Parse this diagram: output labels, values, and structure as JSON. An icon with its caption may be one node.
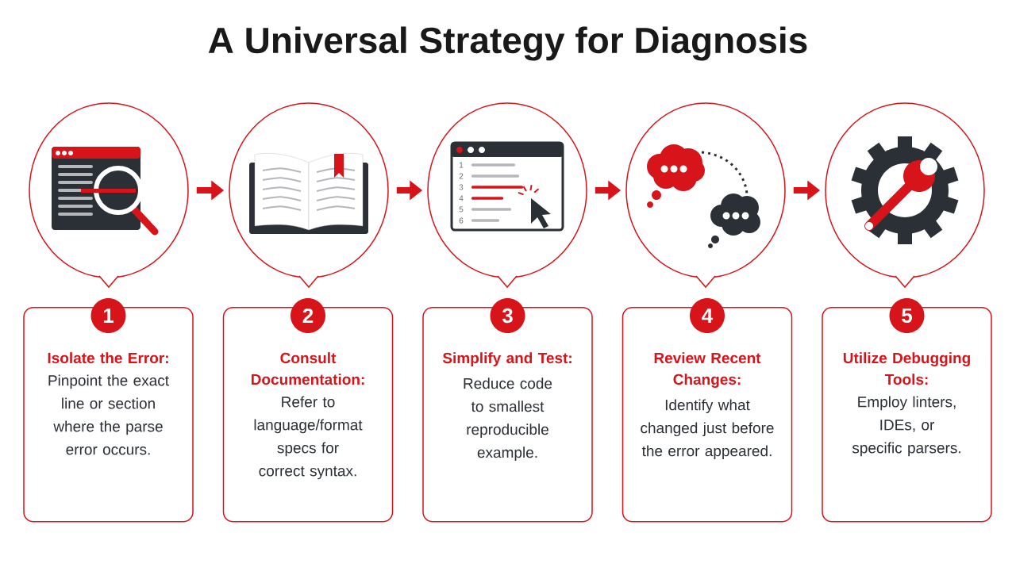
{
  "diagram": {
    "title": "A Universal Strategy for Diagnosis",
    "nodes": [
      {
        "text": [],
        "shape": "circle"
      },
      {
        "text": [],
        "shape": "circle"
      },
      {
        "text": [],
        "shape": "circle"
      },
      {
        "text": [],
        "shape": "circle"
      },
      {
        "text": [],
        "shape": "circle"
      },
      {
        "text": [
          "1",
          "Isolate the Error:",
          "Pinpoint the exact line or section where the parse error occurs."
        ]
      },
      {
        "text": [
          "2",
          "Consult Documentation:",
          "Refer to language/format specs for correct syntax."
        ]
      },
      {
        "text": [
          "3",
          "Simplify and Test:",
          "Reduce code to smallest reproducible example."
        ]
      },
      {
        "text": [
          "4",
          "Review Recent Changes:",
          "Identify what changed just before the error appeared."
        ]
      },
      {
        "text": [
          "5",
          "Utilize Debugging Tools:",
          "Employ linters, IDEs, or specific parsers."
        ]
      }
    ],
    "edges": [
      {
        "from": 0,
        "to": 1,
        "arrow": "to"
      },
      {
        "from": 1,
        "to": 2,
        "arrow": "to"
      },
      {
        "from": 2,
        "to": 3,
        "arrow": "to"
      },
      {
        "from": 3,
        "to": 4,
        "arrow": "to"
      }
    ],
    "labels": [
      "1",
      "2",
      "3",
      "4",
      "5",
      "6"
    ]
  }
}
